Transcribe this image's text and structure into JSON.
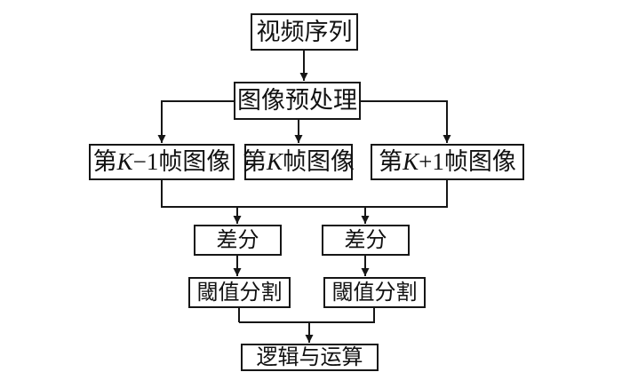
{
  "diagram": {
    "type": "flowchart",
    "language": "zh",
    "colors": {
      "line": "#161616",
      "background": "#ffffff",
      "box_fill": "#ffffff"
    },
    "nodes": {
      "video_sequence": {
        "label": "视频序列"
      },
      "preprocessing": {
        "label": "图像预处理"
      },
      "frame_prev": {
        "pre": "第",
        "var": "K",
        "post": "−1帧图像"
      },
      "frame_curr": {
        "pre": "第",
        "var": "K",
        "post": "帧图像"
      },
      "frame_next": {
        "pre": "第",
        "var": "K",
        "post": "+1帧图像"
      },
      "diff_left": {
        "label": "差分"
      },
      "diff_right": {
        "label": "差分"
      },
      "threshold_left": {
        "label": "閾值分割"
      },
      "threshold_right": {
        "label": "閾值分割"
      },
      "logic_and": {
        "label": "逻辑与运算"
      }
    },
    "edges": [
      [
        "video_sequence",
        "preprocessing"
      ],
      [
        "preprocessing",
        "frame_prev"
      ],
      [
        "preprocessing",
        "frame_curr"
      ],
      [
        "preprocessing",
        "frame_next"
      ],
      [
        "frame_prev",
        "diff_bus"
      ],
      [
        "frame_next",
        "diff_bus"
      ],
      [
        "diff_bus",
        "diff_left"
      ],
      [
        "diff_bus",
        "diff_right"
      ],
      [
        "diff_left",
        "threshold_left"
      ],
      [
        "diff_right",
        "threshold_right"
      ],
      [
        "threshold_left",
        "merge_bus"
      ],
      [
        "threshold_right",
        "merge_bus"
      ],
      [
        "merge_bus",
        "logic_and"
      ]
    ]
  }
}
